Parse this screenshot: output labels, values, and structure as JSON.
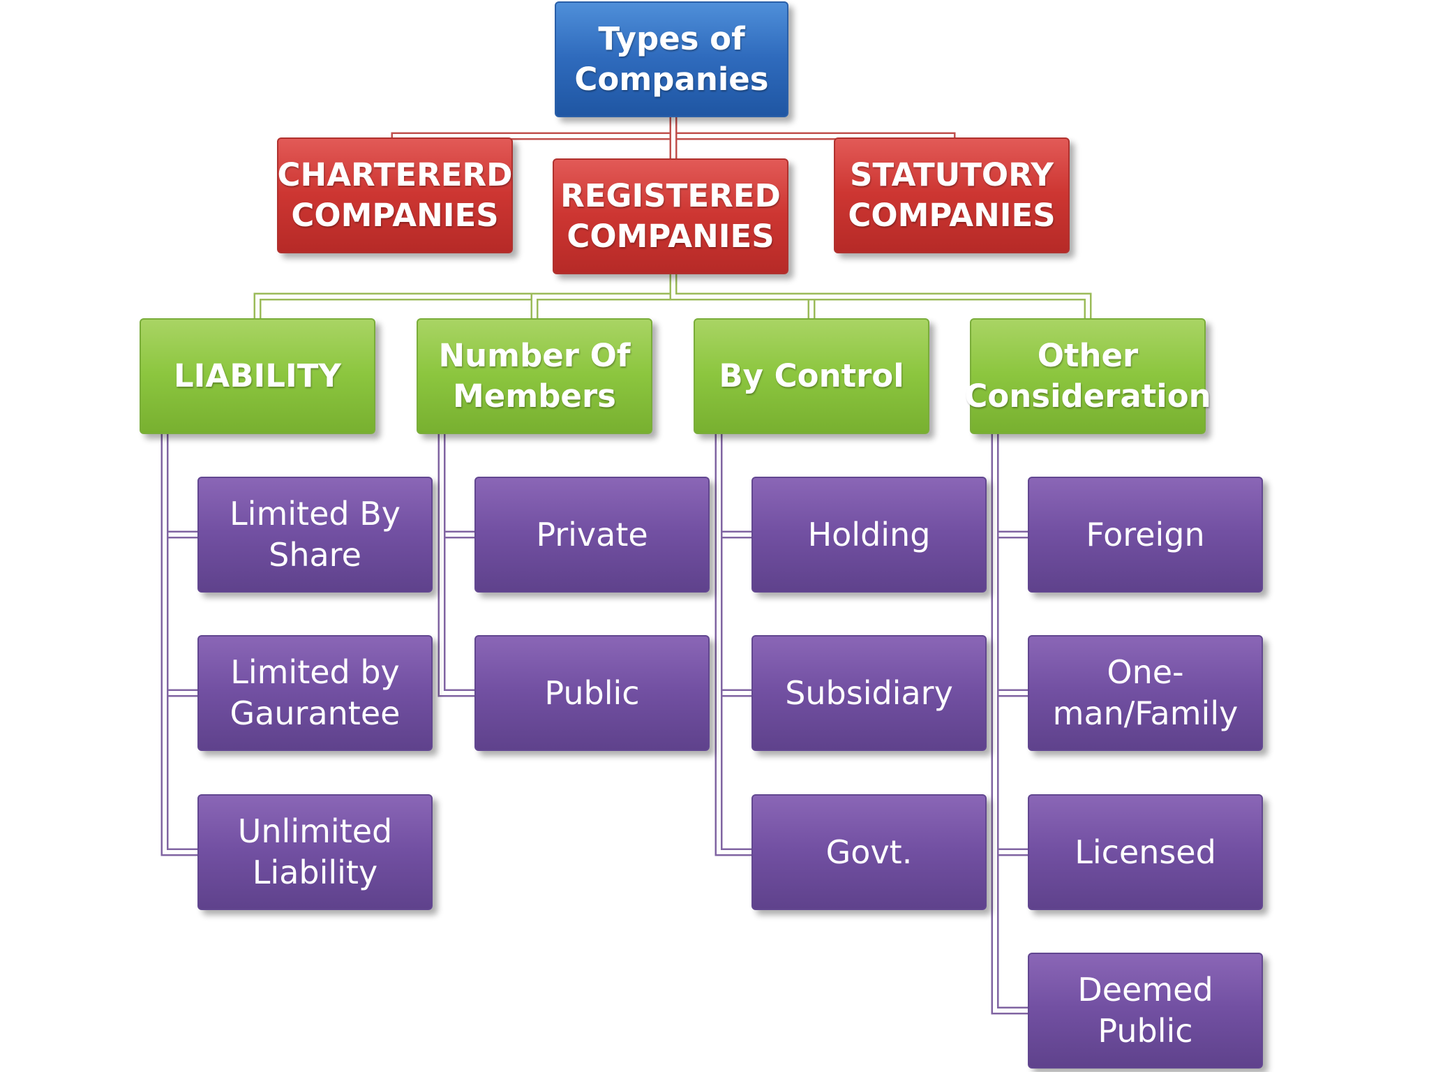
{
  "root": {
    "label": "Types of\nCompanies"
  },
  "level1": [
    {
      "label": "CHARTERERD\nCOMPANIES"
    },
    {
      "label": "REGISTERED\nCOMPANIES"
    },
    {
      "label": "STATUTORY\nCOMPANIES"
    }
  ],
  "categories": [
    {
      "label": "LIABILITY",
      "children": [
        "Limited By\nShare",
        "Limited by\nGaurantee",
        "Unlimited\nLiability"
      ]
    },
    {
      "label": "Number Of\nMembers",
      "children": [
        "Private",
        "Public"
      ]
    },
    {
      "label": "By Control",
      "children": [
        "Holding",
        "Subsidiary",
        "Govt."
      ]
    },
    {
      "label": "Other\nConsideration",
      "children": [
        "Foreign",
        "One-\nman/Family",
        "Licensed",
        "Deemed\nPublic"
      ]
    }
  ],
  "colors": {
    "root": "#2f6bbd",
    "level1": "#cd3632",
    "category": "#8cc63f",
    "leaf": "#7250a2",
    "connector_red": "#c0504d",
    "connector_green": "#9bbb59",
    "connector_purple": "#8064a2"
  }
}
